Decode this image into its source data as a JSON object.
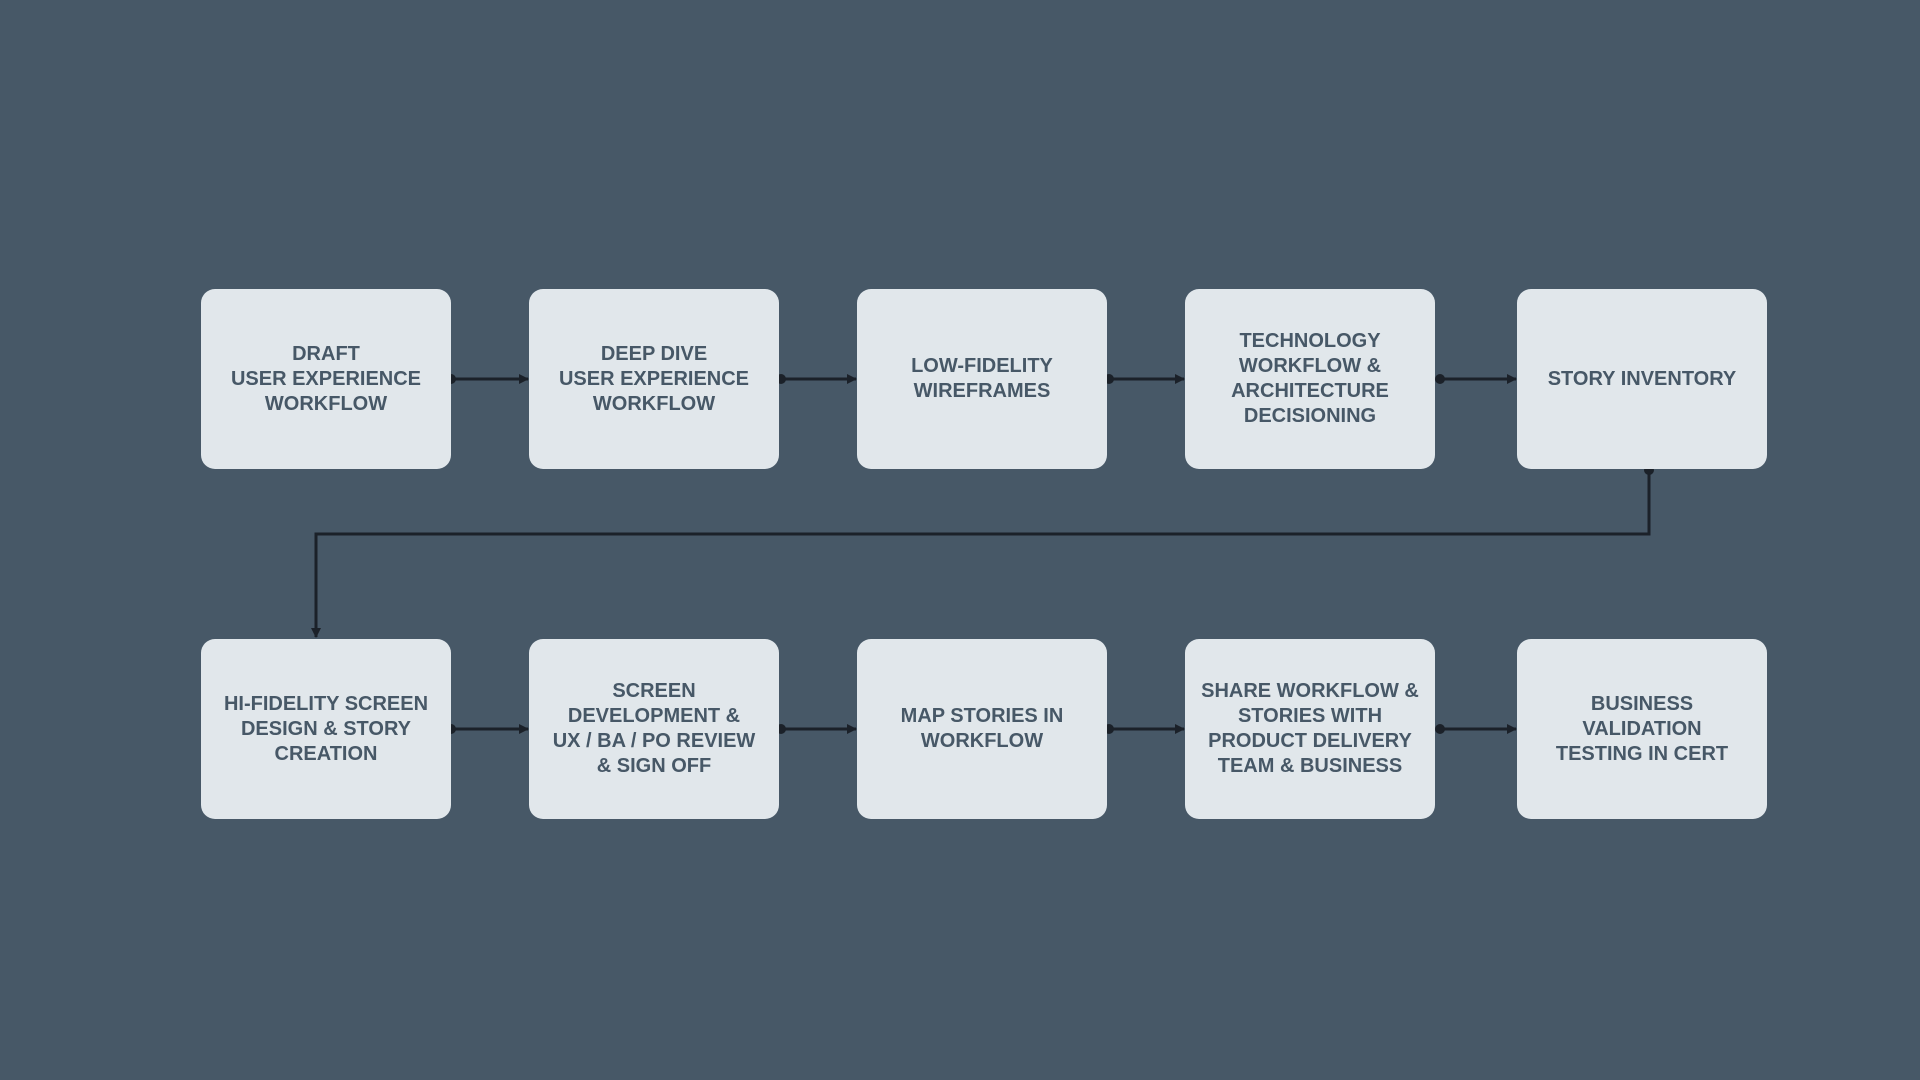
{
  "diagram": {
    "background_color": "#475867",
    "node_fill": "#e1e7eb",
    "node_text_color": "#475867",
    "connector_color": "#1b2129",
    "nodes": [
      {
        "id": "draft-ux-workflow",
        "label": "DRAFT\nUSER EXPERIENCE\nWORKFLOW"
      },
      {
        "id": "deep-dive-ux-workflow",
        "label": "DEEP DIVE\nUSER EXPERIENCE\nWORKFLOW"
      },
      {
        "id": "low-fidelity-wireframes",
        "label": "LOW-FIDELITY\nWIREFRAMES"
      },
      {
        "id": "technology-workflow",
        "label": "TECHNOLOGY\nWORKFLOW &\nARCHITECTURE\nDECISIONING"
      },
      {
        "id": "story-inventory",
        "label": "STORY INVENTORY"
      },
      {
        "id": "hi-fidelity-design",
        "label": "HI-FIDELITY SCREEN\nDESIGN & STORY\nCREATION"
      },
      {
        "id": "screen-development",
        "label": "SCREEN\nDEVELOPMENT &\nUX / BA / PO REVIEW\n& SIGN OFF"
      },
      {
        "id": "map-stories",
        "label": "MAP STORIES IN\nWORKFLOW"
      },
      {
        "id": "share-workflow",
        "label": "SHARE WORKFLOW &\nSTORIES WITH\nPRODUCT DELIVERY\nTEAM & BUSINESS"
      },
      {
        "id": "business-validation",
        "label": "BUSINESS VALIDATION\nTESTING IN CERT"
      }
    ],
    "edges": [
      {
        "from": "draft-ux-workflow",
        "to": "deep-dive-ux-workflow"
      },
      {
        "from": "deep-dive-ux-workflow",
        "to": "low-fidelity-wireframes"
      },
      {
        "from": "low-fidelity-wireframes",
        "to": "technology-workflow"
      },
      {
        "from": "technology-workflow",
        "to": "story-inventory"
      },
      {
        "from": "story-inventory",
        "to": "hi-fidelity-design"
      },
      {
        "from": "hi-fidelity-design",
        "to": "screen-development"
      },
      {
        "from": "screen-development",
        "to": "map-stories"
      },
      {
        "from": "map-stories",
        "to": "share-workflow"
      },
      {
        "from": "share-workflow",
        "to": "business-validation"
      }
    ]
  }
}
